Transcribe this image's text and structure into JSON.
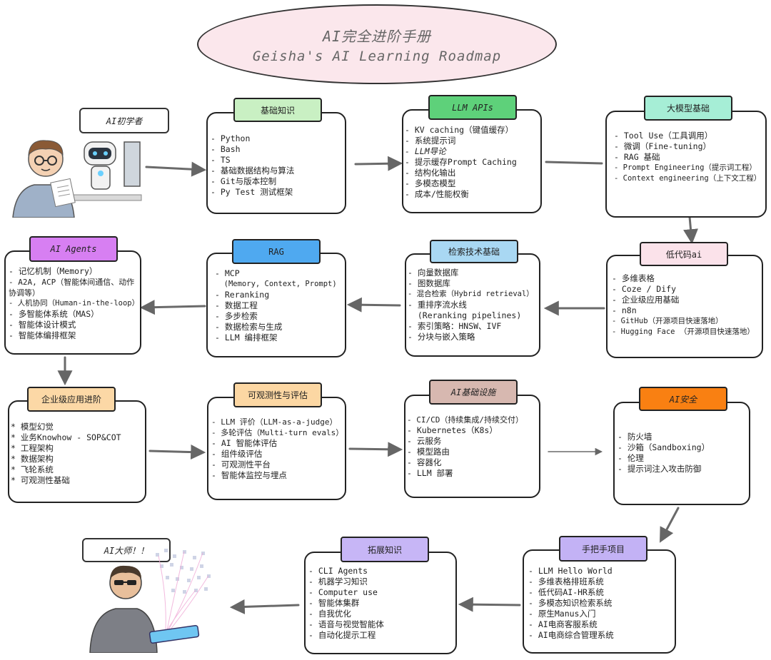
{
  "title": {
    "line1": "AI完全进阶手册",
    "line2": "Geisha's AI Learning Roadmap"
  },
  "beginner": {
    "label": "AI初学者"
  },
  "master": {
    "label": "AI大师！！"
  },
  "sections": [
    {
      "id": "basics",
      "title": "基础知识",
      "color": "#c9f0c3",
      "items": [
        "- Python",
        "- Bash",
        "- TS",
        "- 基础数据结构与算法",
        "- Git与版本控制",
        "- Py Test 测试框架"
      ]
    },
    {
      "id": "llm-apis",
      "title": "LLM APIs",
      "color": "#5ed17a",
      "items": [
        "- KV caching（键值缓存）",
        "- 系统提示词",
        "- LLM导论",
        "- 提示缓存Prompt Caching",
        "- 结构化输出",
        "- 多模态模型",
        "- 成本/性能权衡"
      ]
    },
    {
      "id": "llm-foundation",
      "title": "大模型基础",
      "color": "#a6eed6",
      "items": [
        "- Tool Use（工具调用）",
        "- 微调（Fine-tuning）",
        "- RAG 基础",
        "- Prompt Engineering（提示词工程）",
        "- Context engineering（上下文工程）"
      ]
    },
    {
      "id": "lowcode",
      "title": "低代码ai",
      "color": "#fbe2ea",
      "items": [
        "- 多维表格",
        "- Coze / Dify",
        "- 企业级应用基础",
        "- n8n",
        "- GitHub（开源项目快速落地）",
        "- Hugging Face （开源项目快速落地）"
      ]
    },
    {
      "id": "retrieval",
      "title": "检索技术基础",
      "color": "#a9d8f3",
      "items": [
        "- 向量数据库",
        "- 图数据库",
        "- 混合检索（Hybrid retrieval）",
        "- 重排序流水线",
        "  (Reranking pipelines)",
        "- 索引策略：HNSW、IVF",
        "- 分块与嵌入策略"
      ]
    },
    {
      "id": "rag",
      "title": "RAG",
      "color": "#4fa9f0",
      "items": [
        "- MCP",
        "  (Memory, Context, Prompt)",
        "- Reranking",
        "- 数据工程",
        "- 多步检索",
        "- 数据检索与生成",
        "- LLM 编排框架"
      ]
    },
    {
      "id": "agents",
      "title": "AI Agents",
      "color": "#d77ff2",
      "items": [
        "- 记忆机制（Memory）",
        "- A2A, ACP（智能体间通信、动作协调等）",
        "- 人机协同（Human-in-the-loop）",
        "- 多智能体系统（MAS）",
        "- 智能体设计模式",
        "- 智能体编排框架"
      ]
    },
    {
      "id": "enterprise",
      "title": "企业级应用进阶",
      "color": "#fcd8a6",
      "items": [
        "* 模型幻觉",
        "* 业务Knowhow - SOP&COT",
        "* 工程架构",
        "* 数据架构",
        "* 飞轮系统",
        "* 可观测性基础"
      ]
    },
    {
      "id": "observability",
      "title": "可观测性与评估",
      "color": "#fcd7a3",
      "items": [
        "- LLM 评价（LLM-as-a-judge）",
        "- 多轮评估（Multi-turn evals）",
        "- AI 智能体评估",
        "- 组件级评估",
        "- 可观测性平台",
        "- 智能体监控与埋点"
      ]
    },
    {
      "id": "infra",
      "title": "AI基础设施",
      "color": "#d7b8b0",
      "items": [
        "- CI/CD（持续集成/持续交付）",
        "- Kubernetes（K8s）",
        "- 云服务",
        "- 模型路由",
        "- 容器化",
        "- LLM 部署"
      ]
    },
    {
      "id": "security",
      "title": "AI安全",
      "color": "#f98012",
      "items": [
        "- 防火墙",
        "- 沙箱（Sandboxing）",
        "- 伦理",
        "- 提示词注入攻击防御"
      ]
    },
    {
      "id": "projects",
      "title": "手把手项目",
      "color": "#c3b2f5",
      "items": [
        "- LLM Hello World",
        "- 多维表格排班系统",
        "- 低代码AI-HR系统",
        "- 多模态知识检索系统",
        "- 原生Manus入门",
        "- AI电商客服系统",
        "- AI电商综合管理系统"
      ]
    },
    {
      "id": "extended",
      "title": "拓展知识",
      "color": "#c7b6f6",
      "items": [
        "- CLI Agents",
        "- 机器学习知识",
        "- Computer use",
        "- 智能体集群",
        "- 自我优化",
        "- 语音与视觉智能体",
        "- 自动化提示工程"
      ]
    }
  ]
}
